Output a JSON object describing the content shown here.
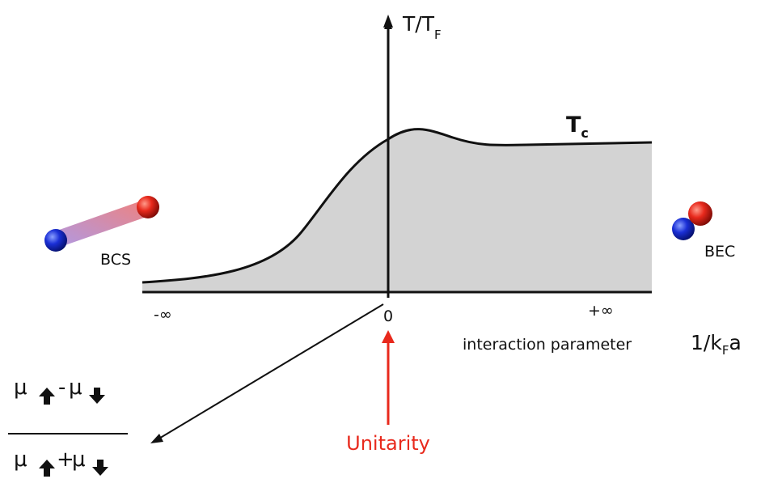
{
  "y_axis": {
    "label_main": "T/T",
    "label_sub": "F"
  },
  "curve": {
    "label_main": "T",
    "label_sub": "c"
  },
  "x_axis": {
    "tick_left": "-∞",
    "tick_center": "0",
    "tick_right": "+∞",
    "caption": "interaction parameter",
    "param_a": "1/k",
    "param_sub": "F",
    "param_b": "a"
  },
  "regimes": {
    "left": "BCS",
    "right": "BEC"
  },
  "unitarity": {
    "label": "Unitarity"
  },
  "third_axis": {
    "mu": "μ",
    "minus": "-",
    "plus": "+"
  },
  "colors": {
    "fill": "#d3d3d3",
    "axis": "#111111",
    "unitarity": "#e8291c",
    "spin_up": "#e8291c",
    "spin_down": "#1a2fd6"
  }
}
